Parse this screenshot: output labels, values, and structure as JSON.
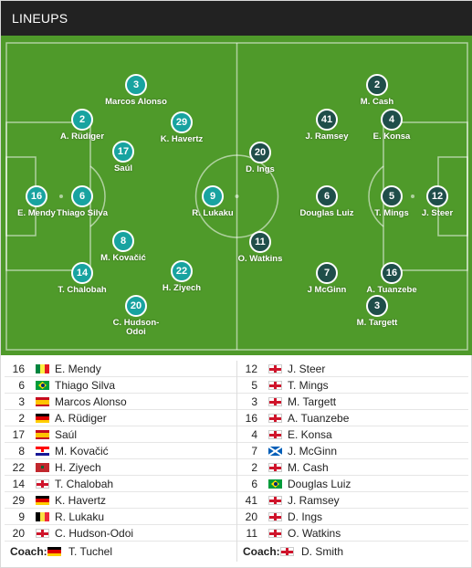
{
  "header": {
    "title": "LINEUPS"
  },
  "pitch": {
    "home_color": "#18a3a0",
    "away_color": "#1f4e4a",
    "home": [
      {
        "number": "16",
        "name": "E. Mendy"
      },
      {
        "number": "6",
        "name": "Thiago Silva"
      },
      {
        "number": "3",
        "name": "Marcos Alonso"
      },
      {
        "number": "2",
        "name": "A. Rüdiger"
      },
      {
        "number": "17",
        "name": "Saúl"
      },
      {
        "number": "8",
        "name": "M. Kovačić"
      },
      {
        "number": "14",
        "name": "T. Chalobah"
      },
      {
        "number": "29",
        "name": "K. Havertz"
      },
      {
        "number": "22",
        "name": "H. Ziyech"
      },
      {
        "number": "20",
        "name": "C. Hudson-Odoi"
      },
      {
        "number": "9",
        "name": "R. Lukaku"
      }
    ],
    "away": [
      {
        "number": "12",
        "name": "J. Steer"
      },
      {
        "number": "5",
        "name": "T. Mings"
      },
      {
        "number": "2",
        "name": "M. Cash"
      },
      {
        "number": "4",
        "name": "E. Konsa"
      },
      {
        "number": "16",
        "name": "A. Tuanzebe"
      },
      {
        "number": "3",
        "name": "M. Targett"
      },
      {
        "number": "41",
        "name": "J. Ramsey"
      },
      {
        "number": "6",
        "name": "Douglas Luiz"
      },
      {
        "number": "7",
        "name": "J McGinn"
      },
      {
        "number": "20",
        "name": "D. Ings"
      },
      {
        "number": "11",
        "name": "O. Watkins"
      }
    ]
  },
  "home_list": [
    {
      "number": "16",
      "flag": "senegal",
      "name": "E. Mendy"
    },
    {
      "number": "6",
      "flag": "brazil",
      "name": "Thiago Silva"
    },
    {
      "number": "3",
      "flag": "spain",
      "name": "Marcos Alonso"
    },
    {
      "number": "2",
      "flag": "germany",
      "name": "A. Rüdiger"
    },
    {
      "number": "17",
      "flag": "spain",
      "name": "Saúl"
    },
    {
      "number": "8",
      "flag": "croatia",
      "name": "M. Kovačić"
    },
    {
      "number": "22",
      "flag": "morocco",
      "name": "H. Ziyech"
    },
    {
      "number": "14",
      "flag": "england",
      "name": "T. Chalobah"
    },
    {
      "number": "29",
      "flag": "germany",
      "name": "K. Havertz"
    },
    {
      "number": "9",
      "flag": "belgium",
      "name": "R. Lukaku"
    },
    {
      "number": "20",
      "flag": "england",
      "name": "C. Hudson-Odoi"
    }
  ],
  "away_list": [
    {
      "number": "12",
      "flag": "england",
      "name": "J. Steer"
    },
    {
      "number": "5",
      "flag": "england",
      "name": "T. Mings"
    },
    {
      "number": "3",
      "flag": "england",
      "name": "M. Targett"
    },
    {
      "number": "16",
      "flag": "england",
      "name": "A. Tuanzebe"
    },
    {
      "number": "4",
      "flag": "england",
      "name": "E. Konsa"
    },
    {
      "number": "7",
      "flag": "scotland",
      "name": "J. McGinn"
    },
    {
      "number": "2",
      "flag": "england",
      "name": "M. Cash"
    },
    {
      "number": "6",
      "flag": "brazil",
      "name": "Douglas Luiz"
    },
    {
      "number": "41",
      "flag": "england",
      "name": "J. Ramsey"
    },
    {
      "number": "20",
      "flag": "england",
      "name": "D. Ings"
    },
    {
      "number": "11",
      "flag": "england",
      "name": "O. Watkins"
    }
  ],
  "coaches": {
    "label": "Coach:",
    "home": {
      "flag": "germany",
      "name": "T. Tuchel"
    },
    "away": {
      "flag": "england",
      "name": "D. Smith"
    }
  }
}
